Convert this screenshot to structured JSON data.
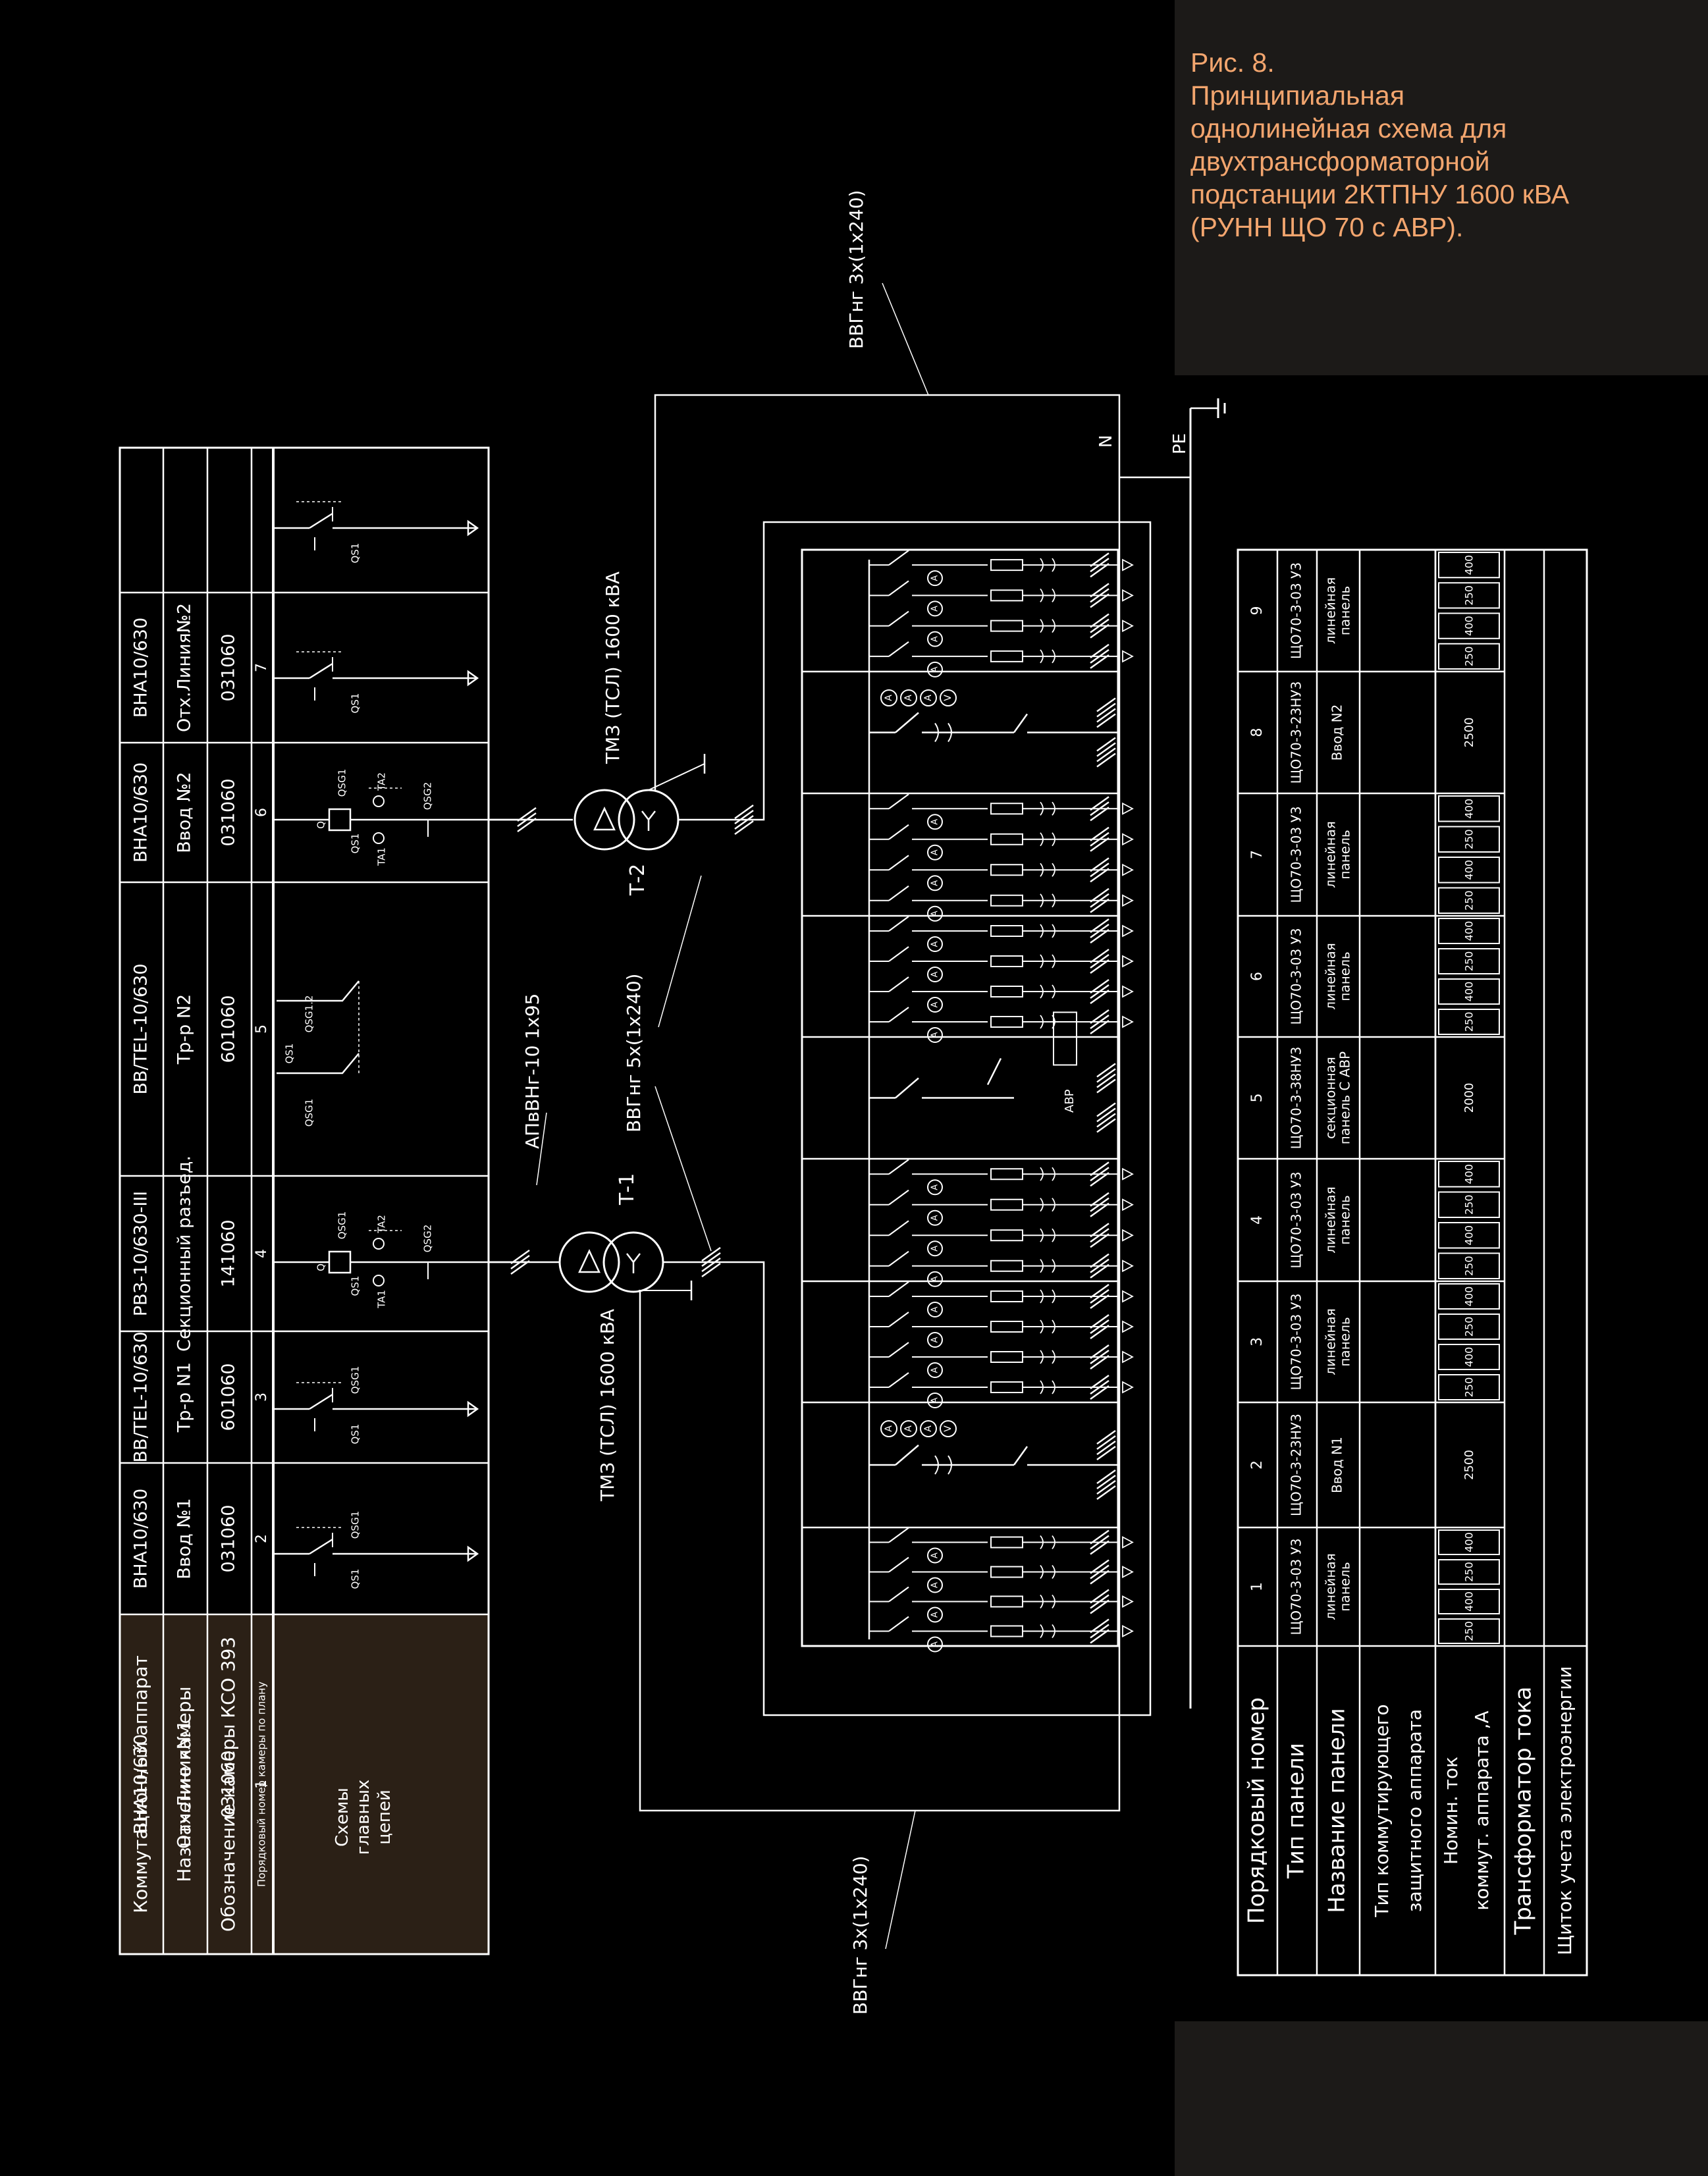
{
  "caption": {
    "lines": [
      "Рис. 8.",
      "Принципиальная",
      "однолинейная схема для",
      "двухтрансформаторной",
      "подстанции 2КТПНУ 1600 кВА",
      "(РУНН ЩО 70 с АВР)."
    ]
  },
  "hv_table": {
    "row_headers": [
      "Коммутационный аппарат",
      "Назначение камеры",
      "Обозначение камеры КСО 393",
      "Порядковый номер камеры по плану",
      "Схемы главных цепей"
    ],
    "columns": [
      {
        "apparatus": "ВНА10/630",
        "purpose": "Отх.Линия№1",
        "code": "031060",
        "number": "1"
      },
      {
        "apparatus": "ВНА10/630",
        "purpose": "Ввод №1",
        "code": "031060",
        "number": "2"
      },
      {
        "apparatus": "ВВ/TEL-10/630",
        "purpose": "Тр-р N1",
        "code": "601060",
        "number": "3"
      },
      {
        "apparatus": "РВЗ-10/630-III",
        "purpose": "Секционный разъед.",
        "code": "141060",
        "number": "4"
      },
      {
        "apparatus": "ВВ/TEL-10/630",
        "purpose": "Тр-р N2",
        "code": "601060",
        "number": "5"
      },
      {
        "apparatus": "ВНА10/630",
        "purpose": "Ввод №2",
        "code": "031060",
        "number": "6"
      },
      {
        "apparatus": "ВНА10/630",
        "purpose": "Отх.Линия№2",
        "code": "031060",
        "number": "7"
      }
    ],
    "scheme_labels": {
      "qs1": "QS1",
      "qsg1": "QSG1",
      "qsg2": "QSG2",
      "qsg1_2": "QSG1.2",
      "ta1": "TA1",
      "ta2": "TA2",
      "q": "Q"
    }
  },
  "diagram": {
    "t1_label": "Т-1",
    "t2_label": "Т-2",
    "t1_rating": "ТМЗ (ТСЛ)  1600 кВА",
    "t2_rating": "ТМЗ (ТСЛ)  1600 кВА",
    "hv_cable": "АПвВНг-10 1х95",
    "lv_cable": "ВВГнг 5х(1х240)",
    "cable_top": "ВВГнг 3х(1х240)",
    "cable_bottom": "ВВГнг 3х(1х240)",
    "n_label": "N",
    "pe_label": "PE",
    "avr_label": "АВР"
  },
  "lv_table": {
    "row_headers": [
      "Порядковый номер",
      "Тип панели",
      "Название панели",
      "Тип коммутирующего",
      "защитного аппарата",
      "Номин. ток",
      "коммут. аппарата ,А",
      "Трансформатор тока",
      "Щиток учета электроэнергии"
    ],
    "panels": [
      {
        "number": "1",
        "type": "ЩО70-3-03 У3",
        "name1": "линейная",
        "name2": "панель",
        "currents": [
          "250",
          "400",
          "250",
          "400"
        ]
      },
      {
        "number": "2",
        "type": "ЩО70-3-23НУ3",
        "name1": "Ввод N1",
        "name2": "",
        "currents": [
          "2500"
        ]
      },
      {
        "number": "3",
        "type": "ЩО70-3-03 У3",
        "name1": "линейная",
        "name2": "панель",
        "currents": [
          "250",
          "400",
          "250",
          "400"
        ]
      },
      {
        "number": "4",
        "type": "ЩО70-3-03 У3",
        "name1": "линейная",
        "name2": "панель",
        "currents": [
          "250",
          "400",
          "250",
          "400"
        ]
      },
      {
        "number": "5",
        "type": "ЩО70-3-38НУ3",
        "name1": "секционная",
        "name2": "панель С АВР",
        "currents": [
          "2000"
        ]
      },
      {
        "number": "6",
        "type": "ЩО70-3-03 У3",
        "name1": "линейная",
        "name2": "панель",
        "currents": [
          "250",
          "400",
          "250",
          "400"
        ]
      },
      {
        "number": "7",
        "type": "ЩО70-3-03 У3",
        "name1": "линейная",
        "name2": "панель",
        "currents": [
          "250",
          "400",
          "250",
          "400"
        ]
      },
      {
        "number": "8",
        "type": "ЩО70-3-23НУ3",
        "name1": "Ввод N2",
        "name2": "",
        "currents": [
          "2500"
        ]
      },
      {
        "number": "9",
        "type": "ЩО70-3-03 У3",
        "name1": "линейная",
        "name2": "панель",
        "currents": [
          "250",
          "400",
          "250",
          "400"
        ]
      }
    ]
  },
  "meters": {
    "ammeter": "A",
    "voltmeter": "V"
  },
  "colors": {
    "background": "#000000",
    "line": "#ffffff",
    "caption": "#f2a56e",
    "header_fill": "#2b2016",
    "side_panel": "#1c1a18"
  }
}
